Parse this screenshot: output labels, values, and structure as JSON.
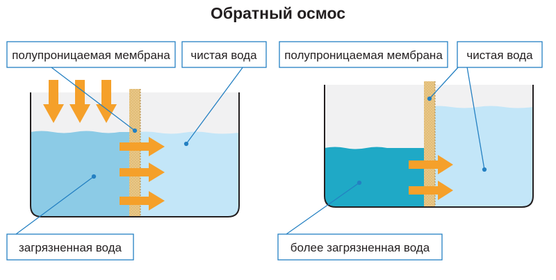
{
  "title": "Обратный осмос",
  "left": {
    "membrane_label": "полупроницаемая мембрана",
    "clean_water_label": "чистая вода",
    "dirty_water_label": "загрязненная вода"
  },
  "right": {
    "membrane_label": "полупроницаемая мембрана",
    "clean_water_label": "чистая вода",
    "dirty_water_label": "более загрязненная вода"
  },
  "colors": {
    "dirty_water_left": "#8ccbe6",
    "dirty_water_right": "#1fa9c6",
    "clean_water": "#c3e6f8",
    "empty_space": "#f1f1f2",
    "membrane": "#e9c786",
    "arrow": "#f5a02a",
    "leader": "#2480c2",
    "border": "#2480c2",
    "vessel": "#231f20"
  }
}
